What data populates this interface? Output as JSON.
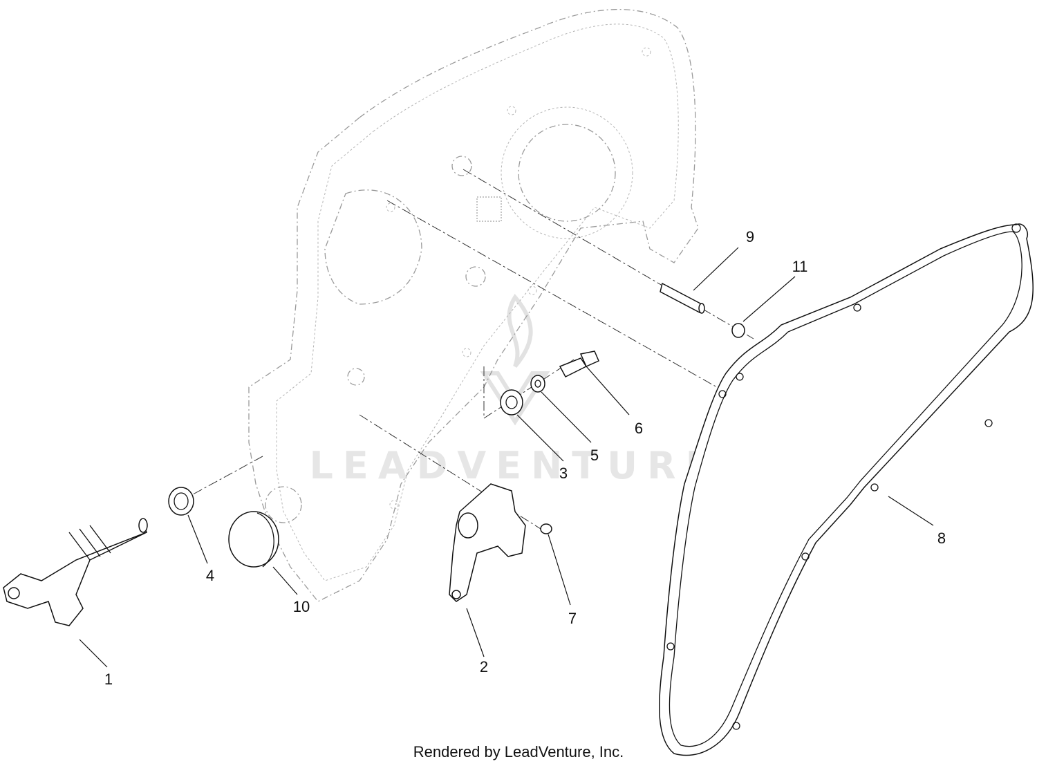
{
  "watermark": "LEADVENTURE",
  "footer": "Rendered by LeadVenture, Inc.",
  "callouts": {
    "c1": "1",
    "c2": "2",
    "c3": "3",
    "c4": "4",
    "c5": "5",
    "c6": "6",
    "c7": "7",
    "c8": "8",
    "c9": "9",
    "c10": "10",
    "c11": "11"
  }
}
